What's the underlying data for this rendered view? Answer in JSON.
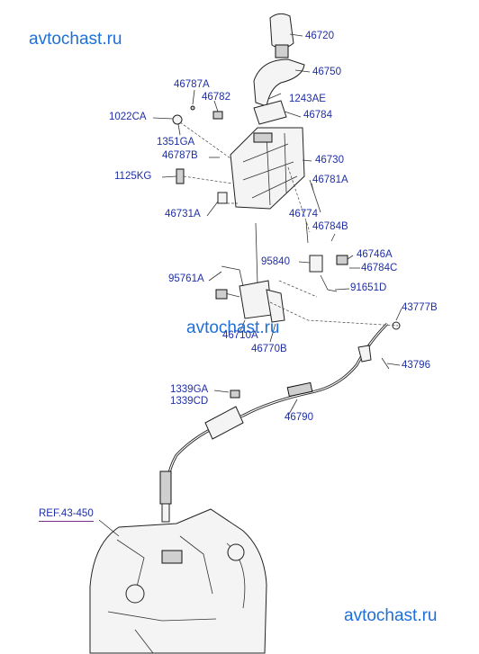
{
  "watermarks": {
    "top_left": "avtochast.ru",
    "middle": "avtochast.ru",
    "bottom_right": "avtochast.ru"
  },
  "callouts": {
    "p46720": "46720",
    "p46750": "46750",
    "p46787A": "46787A",
    "p46782": "46782",
    "p1243AE": "1243AE",
    "p1022CA": "1022CA",
    "p46784": "46784",
    "p1351GA": "1351GA",
    "p46787B": "46787B",
    "p46730": "46730",
    "p1125KG": "1125KG",
    "p46781A": "46781A",
    "p46731A": "46731A",
    "p46774": "46774",
    "p46784B": "46784B",
    "p95840": "95840",
    "p46746A": "46746A",
    "p46784C": "46784C",
    "p95761A": "95761A",
    "p91651D": "91651D",
    "p43777B": "43777B",
    "p46710A": "46710A",
    "p46770B": "46770B",
    "p43796": "43796",
    "p1339GA": "1339GA",
    "p1339CD": "1339CD",
    "p46790": "46790",
    "ref": "REF.43-450"
  }
}
